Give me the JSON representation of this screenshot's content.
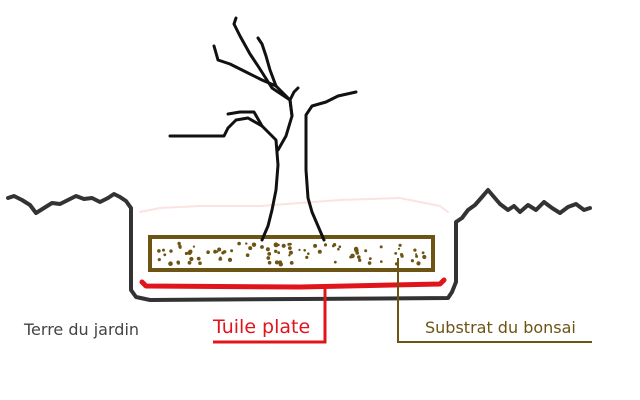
{
  "labels": {
    "ground": "Terre du jardin",
    "tile": "Tuile plate",
    "substrate": "Substrat du bonsai"
  },
  "colors": {
    "ground_line": "#333333",
    "ground_text": "#444444",
    "tree": "#111111",
    "tile": "#e0151b",
    "tile_text": "#e0151b",
    "substrate": "#6b5414",
    "substrate_text": "#6b5414"
  }
}
